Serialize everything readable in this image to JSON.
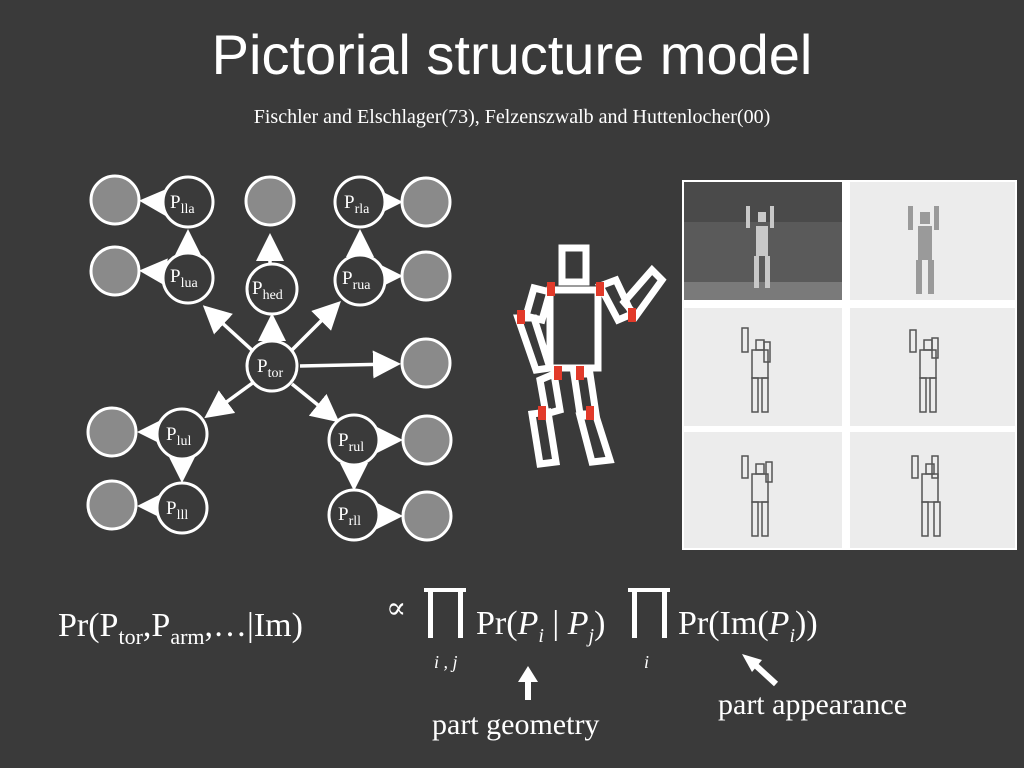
{
  "slide": {
    "title": "Pictorial structure model",
    "citation": "Fischler and Elschlager(73), Felzenszwalb and Huttenlocher(00)"
  },
  "graph": {
    "parts": [
      {
        "id": "tor",
        "base": "P",
        "sub": "tor"
      },
      {
        "id": "hed",
        "base": "P",
        "sub": "hed"
      },
      {
        "id": "lua",
        "base": "P",
        "sub": "lua"
      },
      {
        "id": "lla",
        "base": "P",
        "sub": "lla"
      },
      {
        "id": "rua",
        "base": "P",
        "sub": "rua"
      },
      {
        "id": "rla",
        "base": "P",
        "sub": "rla"
      },
      {
        "id": "lul",
        "base": "P",
        "sub": "lul"
      },
      {
        "id": "lll",
        "base": "P",
        "sub": "lll"
      },
      {
        "id": "rul",
        "base": "P",
        "sub": "rul"
      },
      {
        "id": "rll",
        "base": "P",
        "sub": "rll"
      }
    ]
  },
  "equation": {
    "lhs_base1": "Pr(P",
    "lhs_sub1": "tor",
    "lhs_mid": ",P",
    "lhs_sub2": "arm",
    "lhs_end": ",…|Im)",
    "proportional": "∝",
    "prod1_sub": "i , j",
    "term1_open": "Pr(",
    "term1_Pi": "P",
    "term1_i": "i",
    "term1_bar": " | ",
    "term1_Pj": "P",
    "term1_j": "j",
    "term1_close": ")",
    "prod2_sub": "i",
    "term2_open": "Pr(Im(",
    "term2_Pi": "P",
    "term2_i": "i",
    "term2_close": "))"
  },
  "annotations": {
    "geometry": "part geometry",
    "appearance": "part appearance"
  },
  "colors": {
    "background": "#3a3a3a",
    "leaf_node": "#8a8a8a",
    "joint_marker": "#e23a2a",
    "panel_bg": "#f0f0f0"
  }
}
